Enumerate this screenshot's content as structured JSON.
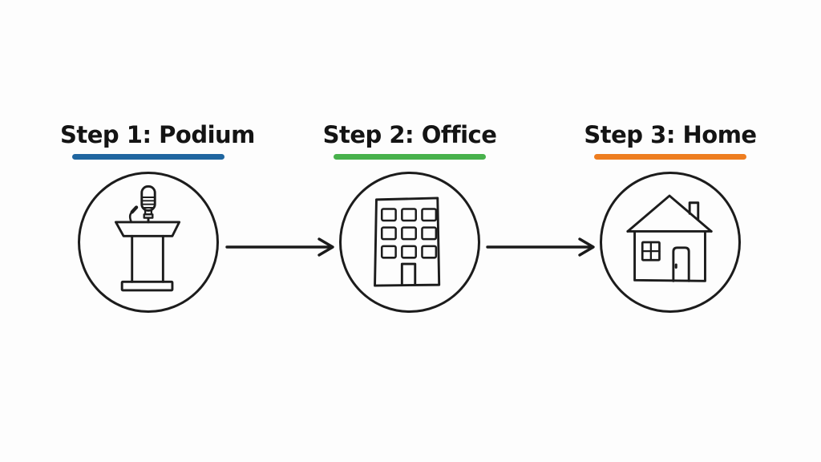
{
  "diagram": {
    "background": "#fdfdfd",
    "ink_color": "#1c1c1c",
    "steps": [
      {
        "label": "Step 1: Podium",
        "underline_color": "#2066a0",
        "icon": "podium-icon"
      },
      {
        "label": "Step 2: Office",
        "underline_color": "#48b14c",
        "icon": "office-building-icon"
      },
      {
        "label": "Step 3: Home",
        "underline_color": "#ee7d20",
        "icon": "house-icon"
      }
    ],
    "connectors": [
      {
        "shape": "arrow-right"
      },
      {
        "shape": "arrow-right"
      }
    ]
  }
}
